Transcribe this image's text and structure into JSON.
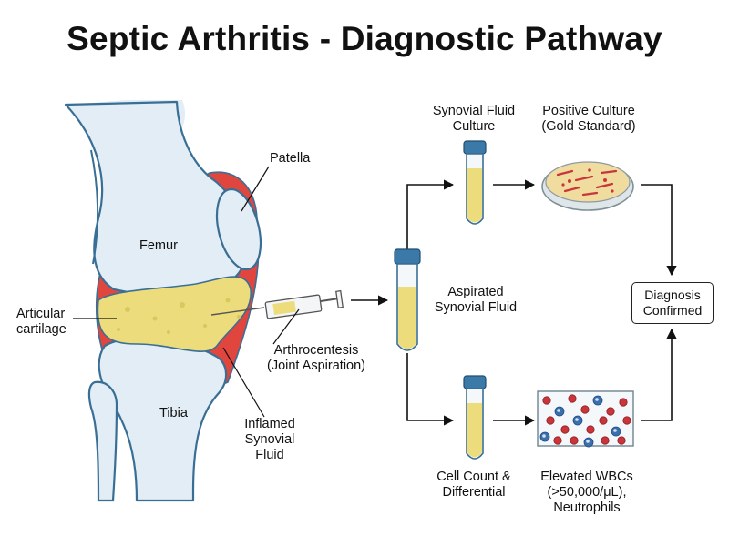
{
  "title": "Septic Arthritis - Diagnostic Pathway",
  "anatomy": {
    "patella": "Patella",
    "femur": "Femur",
    "tibia": "Tibia",
    "cartilage": [
      "Articular",
      "cartilage"
    ],
    "inflamed": [
      "Inflamed",
      "Synovial",
      "Fluid"
    ],
    "arthrocentesis": [
      "Arthrocentesis",
      "(Joint Aspiration)"
    ]
  },
  "pathway": {
    "aspirated": [
      "Aspirated",
      "Synovial Fluid"
    ],
    "culture": [
      "Synovial Fluid",
      "Culture"
    ],
    "positive_culture": [
      "Positive Culture",
      "(Gold Standard)"
    ],
    "cell_count": [
      "Cell Count &",
      "Differential"
    ],
    "elevated_wbc": [
      "Elevated WBCs",
      "(>50,000/μL),",
      "Neutrophils"
    ],
    "diagnosis": [
      "Diagnosis",
      "Confirmed"
    ]
  },
  "colors": {
    "bone_outline": "#3a6f95",
    "bone_fill": "#e2edf5",
    "synovium": "#e0463e",
    "fluid": "#ecdc7c",
    "tube_cap": "#3b79a8",
    "rbc": "#c9353a",
    "wbc": "#3b6fae"
  }
}
